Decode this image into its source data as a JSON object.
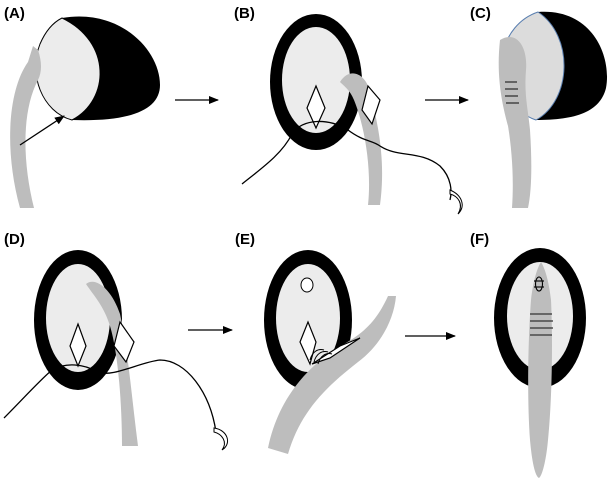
{
  "panels": [
    {
      "id": "A",
      "label": "(A)"
    },
    {
      "id": "B",
      "label": "(B)"
    },
    {
      "id": "C",
      "label": "(C)"
    },
    {
      "id": "D",
      "label": "(D)"
    },
    {
      "id": "E",
      "label": "(E)"
    },
    {
      "id": "F",
      "label": "(F)"
    }
  ],
  "colors": {
    "black_ring": "#000000",
    "inner_fill": "#ececec",
    "graft_gray": "#bdbdbd",
    "outline_blue": "#5a7fb0"
  }
}
